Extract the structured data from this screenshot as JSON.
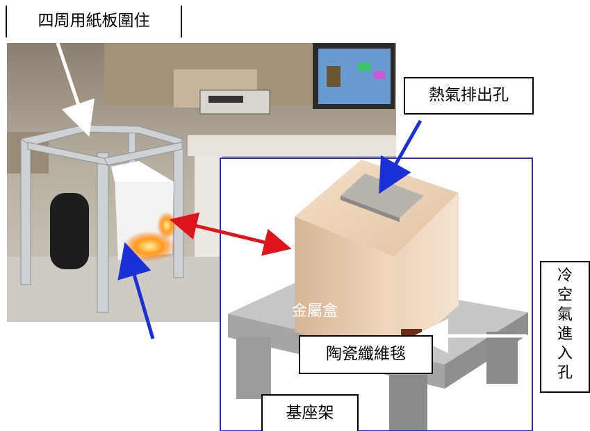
{
  "labels": {
    "top": "四周用紙板圍住",
    "hot_air_outlet": "熱氣排出孔",
    "ceramic_fiber": "陶瓷纖維毯",
    "metal_box": "金屬盒",
    "base_frame": "基座架",
    "cold_air_inlet": "冷空氣進入孔"
  },
  "colors": {
    "blue_arrow": "#1a2fd6",
    "red_arrow": "#e0141c",
    "white_arrow": "#ffffff",
    "wood": "#e9ccb0",
    "table": "#bcbcbc"
  }
}
